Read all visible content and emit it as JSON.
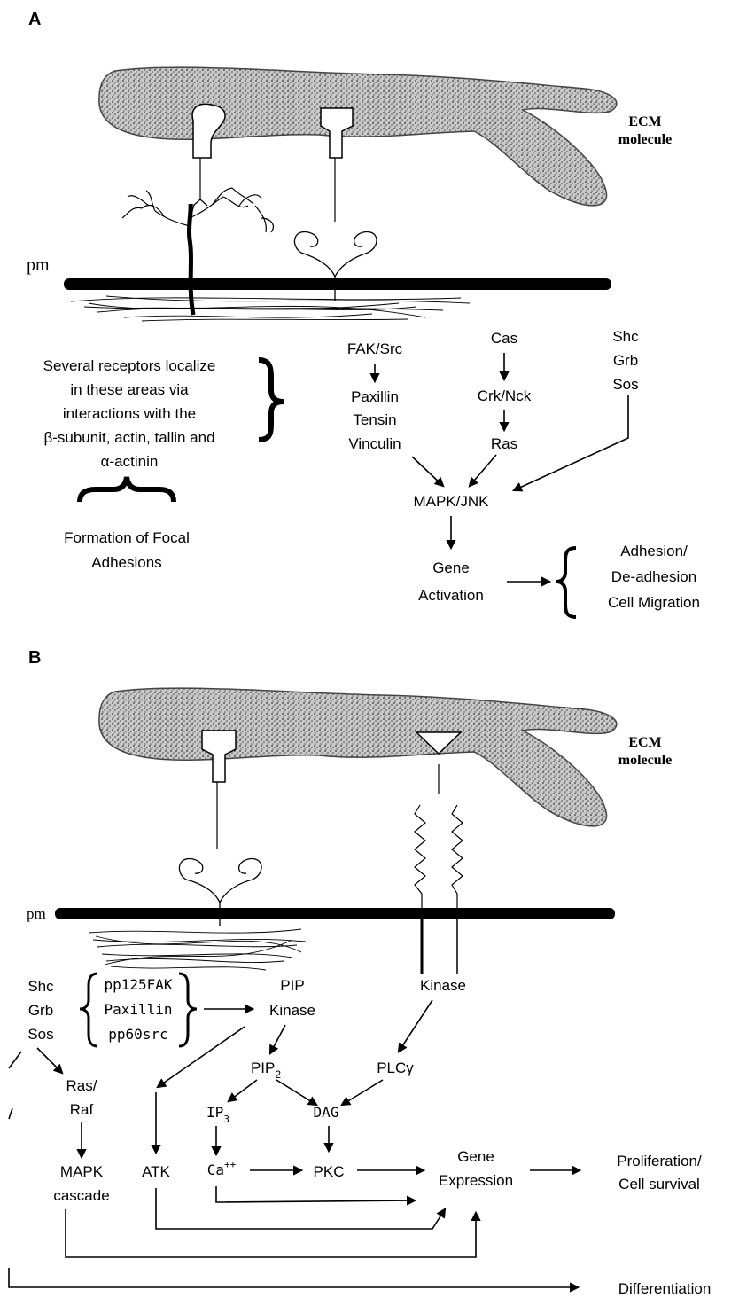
{
  "colors": {
    "ink": "#000000",
    "ecm_fill": "#bdbdbd",
    "background": "#ffffff"
  },
  "panel_a": {
    "label": "A",
    "ecm_line1": "ECM",
    "ecm_line2": "molecule",
    "pm": "pm",
    "receptors_text": [
      "Several receptors localize",
      "in these areas via",
      "interactions with the",
      "β-subunit, actin, tallin and",
      "α-actinin"
    ],
    "focal_text": [
      "Formation of Focal",
      "Adhesions"
    ],
    "fak_src": "FAK/Src",
    "cas": "Cas",
    "shc": "Shc",
    "grb": "Grb",
    "sos": "Sos",
    "paxillin": "Paxillin",
    "tensin": "Tensin",
    "vinculin": "Vinculin",
    "crk_nck": "Crk/Nck",
    "ras": "Ras",
    "mapk_jnk": "MAPK/JNK",
    "gene": "Gene",
    "activation": "Activation",
    "outcomes": [
      "Adhesion/",
      "De-adhesion",
      "Cell  Migration"
    ]
  },
  "panel_b": {
    "label": "B",
    "ecm_line1": "ECM",
    "ecm_line2": "molecule",
    "pm": "pm",
    "shc": "Shc",
    "grb": "Grb",
    "sos": "Sos",
    "complex": [
      "pp125FAK",
      "Paxillin",
      "pp60src"
    ],
    "pip": "PIP",
    "pip_kinase": "Kinase",
    "kinase": "Kinase",
    "pip2": "PIP",
    "pip2_sub": "2",
    "plc": "PLCγ",
    "ip3": "IP",
    "ip3_sub": "3",
    "dag": "DAG",
    "ras_raf_1": "Ras/",
    "ras_raf_2": "Raf",
    "mapk_1": "MAPK",
    "mapk_2": "cascade",
    "atk": "ATK",
    "ca": "Ca",
    "ca_sup": "++",
    "pkc": "PKC",
    "gene": "Gene",
    "expression": "Expression",
    "prolif_1": "Proliferation/",
    "prolif_2": "Cell survival",
    "differentiation": "Differentiation"
  }
}
